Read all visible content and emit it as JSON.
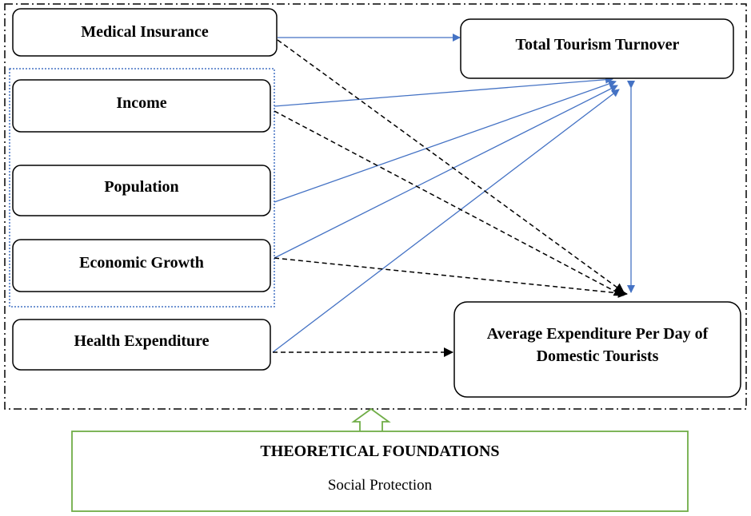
{
  "nodes": {
    "medical_insurance": "Medical Insurance",
    "income": "Income",
    "population": "Population",
    "economic_growth": "Economic Growth",
    "health_expenditure": "Health Expenditure",
    "total_tourism_turnover": "Total Tourism Turnover",
    "avg_expenditure_line1": "Average Expenditure Per Day of",
    "avg_expenditure_line2": "Domestic Tourists"
  },
  "foundation": {
    "title": "THEORETICAL FOUNDATIONS",
    "subtitle": "Social Protection"
  },
  "colors": {
    "solid_arrow": "#4472c4",
    "dashed_arrow": "#000000",
    "group_border": "#4472c4",
    "foundation_border": "#70ad47",
    "outer_border": "#000000"
  }
}
